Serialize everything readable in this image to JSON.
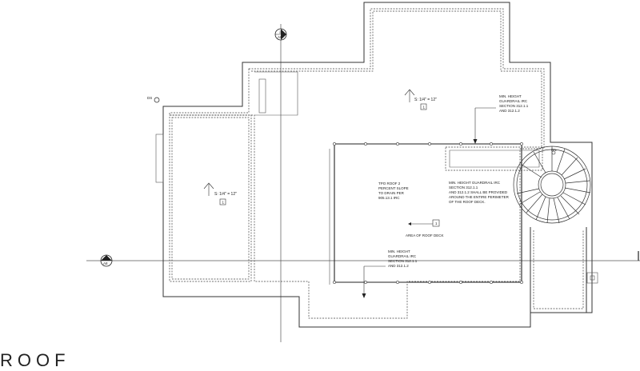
{
  "title": "ROOF",
  "section_markers": [
    {
      "number": "2",
      "sheet": "A8"
    },
    {
      "number": "1",
      "sheet": "A8"
    }
  ],
  "downspout_labels": [
    "DS",
    "DN"
  ],
  "slopes": [
    {
      "slope": "S: 1/4\" = 12\"",
      "tag": "1"
    },
    {
      "slope": "S: 1/4\" = 12\"",
      "tag": "1"
    }
  ],
  "notes": {
    "tpo_roof": [
      "TPO ROOF 2",
      "PERCENT SLOPE",
      "TO DRAIN PER",
      "905.13.1 IRC"
    ],
    "guardrail_top": [
      "MIN. HEIGHT",
      "GUARDRAIL IRC",
      "SECTION 312.1.1",
      "AND 312.1.2"
    ],
    "guardrail_right": [
      "MIN. HEIGHT GUARDRAIL IRC",
      "SECTION 312.1.1",
      "AND 312.1.2 SHALL BE PROVIDED",
      "AROUND THE ENTIRE PERIMETER",
      "OF THE ROOF DECK."
    ],
    "guardrail_bottom": [
      "MIN. HEIGHT",
      "GUARDRAIL IRC",
      "SECTION 312.1.1",
      "AND 312.1.2"
    ],
    "roof_deck_tag": "1",
    "roof_deck": "AREA OF ROOF DECK"
  }
}
